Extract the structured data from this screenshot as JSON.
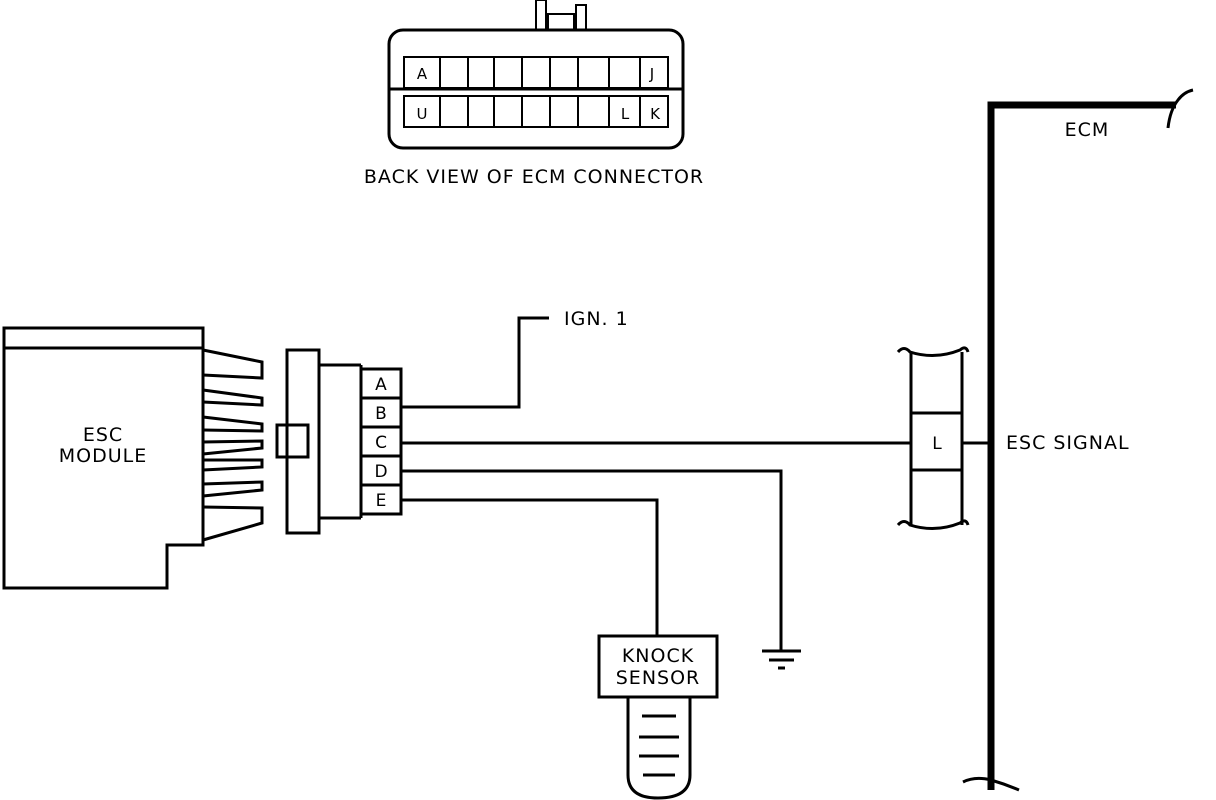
{
  "ecm_connector": {
    "caption": "BACK VIEW OF ECM CONNECTOR",
    "top_row_pins": [
      "A",
      "J"
    ],
    "bottom_row_pins": [
      "U",
      "L",
      "K"
    ]
  },
  "esc_module": {
    "line1": "ESC",
    "line2": "MODULE"
  },
  "connector_pins": [
    "A",
    "B",
    "C",
    "D",
    "E"
  ],
  "ign_label": "IGN. 1",
  "ecm": {
    "label": "ECM",
    "terminal": "L",
    "signal_label": "ESC SIGNAL"
  },
  "knock_sensor": {
    "line1": "KNOCK",
    "line2": "SENSOR"
  }
}
